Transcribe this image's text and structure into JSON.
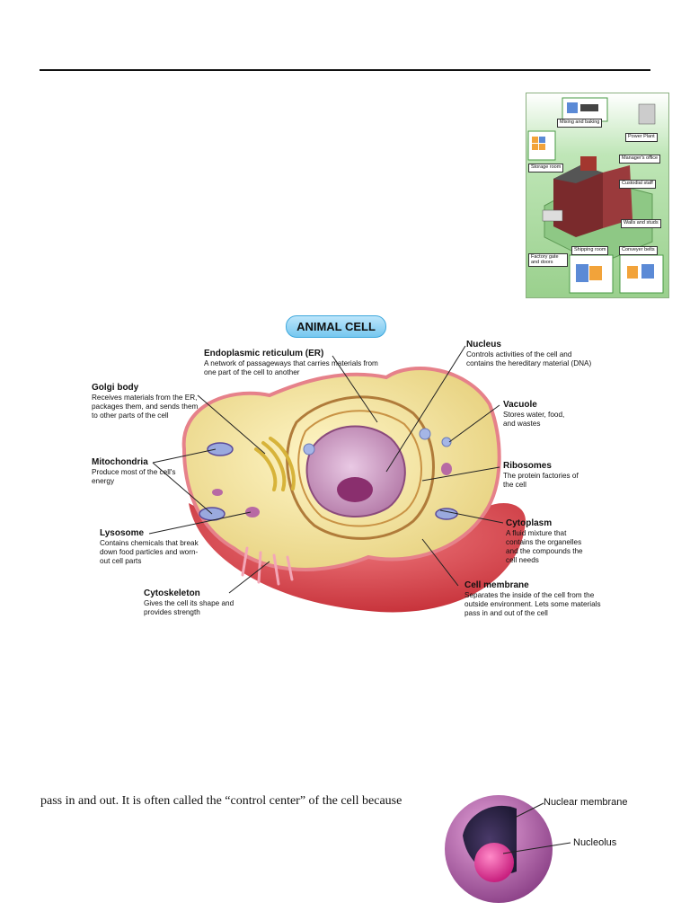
{
  "factory": {
    "labels": [
      "Mixing and baking",
      "Power Plant",
      "Manager's office",
      "Storage room",
      "Custodial staff",
      "Walls and studs",
      "Shipping room",
      "Conveyer belts",
      "Factory gate and doors"
    ]
  },
  "cell_diagram": {
    "title": "ANIMAL CELL",
    "labels": {
      "er": {
        "name": "Endoplasmic reticulum (ER)",
        "desc": "A network of passageways that carries materials from one part of the cell to another"
      },
      "golgi": {
        "name": "Golgi body",
        "desc": "Receives materials from the ER, packages them, and sends them to other parts of the cell"
      },
      "mito": {
        "name": "Mitochondria",
        "desc": "Produce most of the cell's energy"
      },
      "lyso": {
        "name": "Lysosome",
        "desc": "Contains chemicals that break down food particles and worn-out cell parts"
      },
      "cyto": {
        "name": "Cytoskeleton",
        "desc": "Gives the cell its shape and provides strength"
      },
      "nucleus": {
        "name": "Nucleus",
        "desc": "Controls activities of the cell and contains the hereditary material (DNA)"
      },
      "vacuole": {
        "name": "Vacuole",
        "desc": "Stores water, food, and wastes"
      },
      "ribo": {
        "name": "Ribosomes",
        "desc": "The protein factories of the cell"
      },
      "cytoplasm": {
        "name": "Cytoplasm",
        "desc": "A fluid mixture that contains the organelles and the compounds the cell needs"
      },
      "membrane": {
        "name": "Cell membrane",
        "desc": "Separates the inside of the cell from the outside environment. Lets some materials pass in and out of the cell"
      }
    }
  },
  "text": {
    "line": "pass in and out.  It is often called the “control center” of the cell because"
  },
  "nucleus_diagram": {
    "labels": {
      "membrane": "Nuclear membrane",
      "nucleolus": "Nucleolus"
    }
  }
}
